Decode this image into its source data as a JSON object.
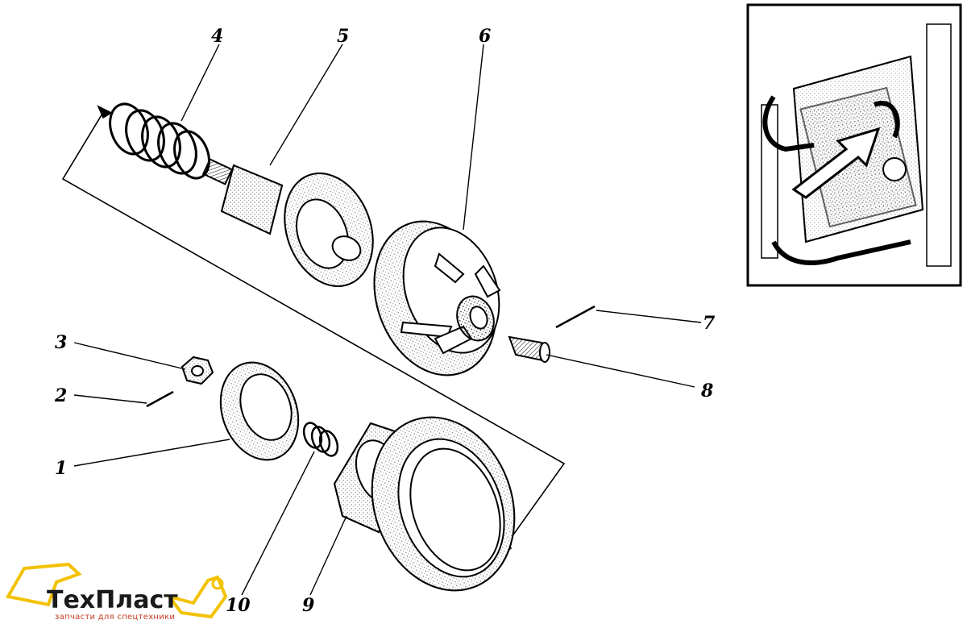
{
  "callouts": [
    "1",
    "2",
    "3",
    "4",
    "5",
    "6",
    "7",
    "8",
    "9",
    "10"
  ],
  "logo": {
    "name": "ТехПласт",
    "tagline": "запчасти для спецтехники"
  },
  "colors": {
    "ink": "#000000",
    "logo_accent": "#f2c200",
    "logo_subtext": "#c43a1f"
  }
}
